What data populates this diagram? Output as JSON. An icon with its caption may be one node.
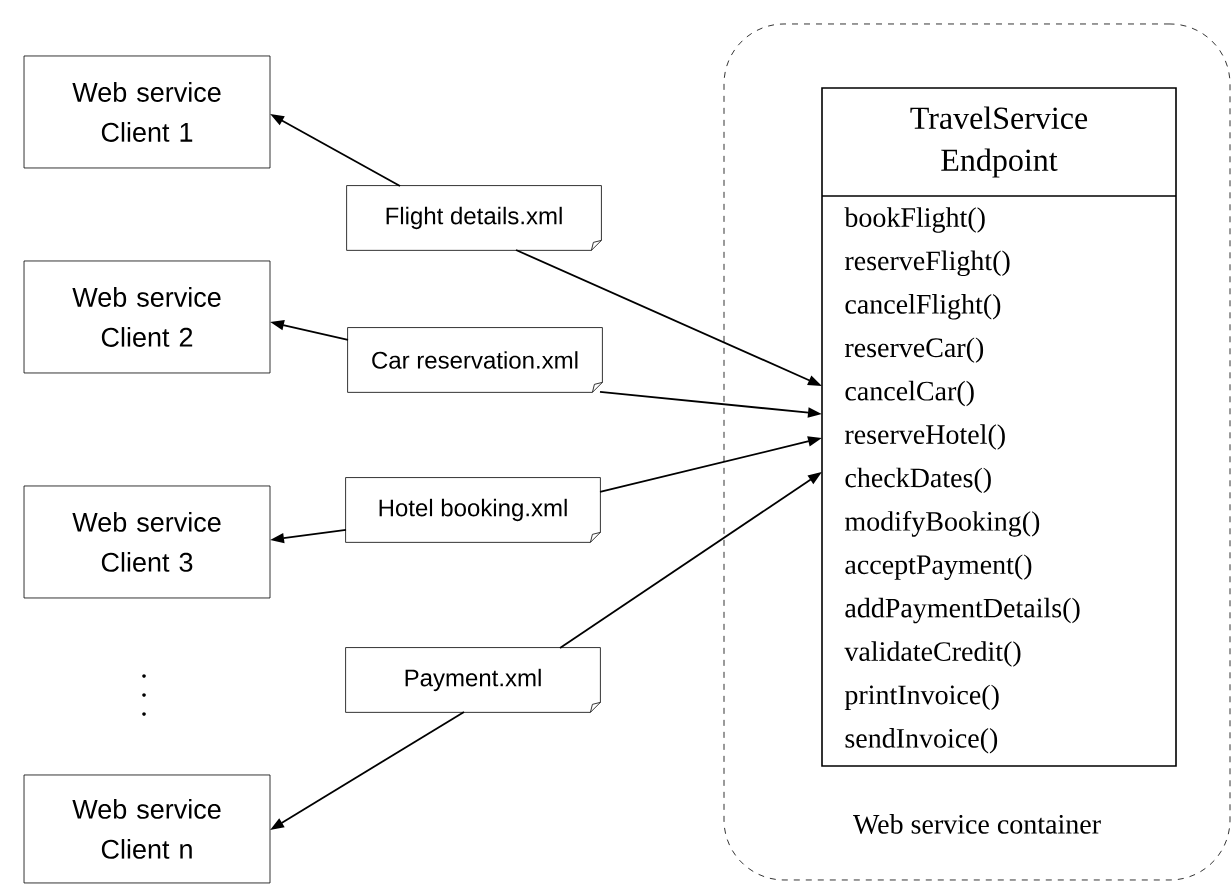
{
  "diagram": {
    "nodes": [
      {
        "text": [
          "Web service container"
        ]
      },
      {
        "text": [
          "TravelService Endpoint",
          "bookFlight()",
          "reserveFlight()",
          "cancelFlight()",
          "reserveCar()",
          "cancelCar()",
          "reserveHotel()",
          "checkDates()",
          "modifyBooking()",
          "acceptPayment()",
          "addPaymentDetails()",
          "validateCredit()",
          "printInvoice()",
          "sendInvoice()"
        ],
        "in": 0
      },
      {
        "text": [
          "Web service Client 1"
        ]
      },
      {
        "text": [
          "Flight details.xml"
        ]
      },
      {
        "text": [
          "Web service Client 2"
        ]
      },
      {
        "text": [
          "Car reservation.xml"
        ]
      },
      {
        "text": [
          "Web service Client 3"
        ]
      },
      {
        "text": [
          "Hotel booking.xml"
        ]
      },
      {
        "text": [
          "Payment.xml"
        ]
      },
      {
        "text": [
          "Web service Client n"
        ]
      }
    ],
    "edges": [
      {
        "from": 3,
        "to": 2,
        "arrow": "to"
      },
      {
        "from": 3,
        "to": 1,
        "arrow": "to"
      },
      {
        "from": 5,
        "to": 4,
        "arrow": "to"
      },
      {
        "from": 5,
        "to": 1,
        "arrow": "to"
      },
      {
        "from": 7,
        "to": 6,
        "arrow": "to"
      },
      {
        "from": 7,
        "to": 1,
        "arrow": "to"
      },
      {
        "from": 8,
        "to": 9,
        "arrow": "to"
      },
      {
        "from": 8,
        "to": 1,
        "arrow": "to"
      }
    ]
  }
}
